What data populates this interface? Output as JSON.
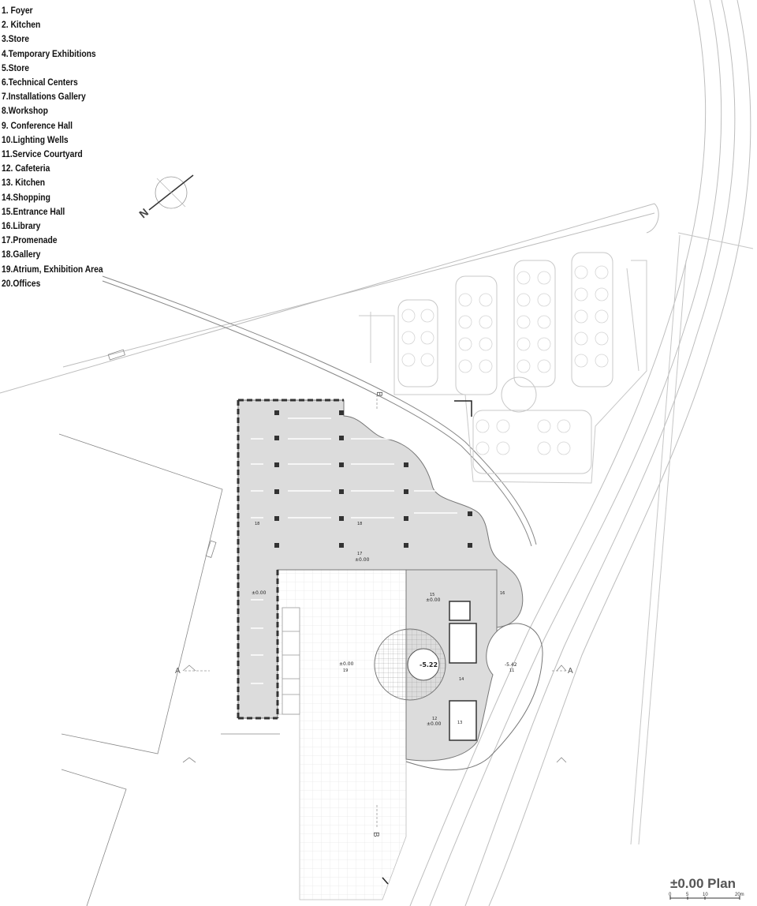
{
  "legend": [
    "1. Foyer",
    "2. Kitchen",
    "3.Store",
    "4.Temporary Exhibitions",
    "5.Store",
    "6.Technical Centers",
    "7.Installations Gallery",
    "8.Workshop",
    "9. Conference Hall",
    "10.Lighting Wells",
    "11.Service Courtyard",
    "12. Cafeteria",
    "13. Kitchen",
    "14.Shopping",
    "15.Entrance Hall",
    "16.Library",
    "17.Promenade",
    "18.Gallery",
    "19.Atrium, Exhibition Area",
    "20.Offices"
  ],
  "north_label": "N",
  "section_markers": {
    "a": "A",
    "b": "B"
  },
  "plan_title": "±0.00 Plan",
  "scale_labels": [
    "0",
    "5",
    "10",
    "20m"
  ],
  "room_labels": {
    "r18a": "18",
    "r18b": "18",
    "r17": "17",
    "r17_level": "±0.00",
    "r20_level": "±0.00",
    "r15": "15",
    "r15_level": "±0.00",
    "r16": "16",
    "r19_level": "±0.00",
    "r19": "19",
    "r_well_level": "-5.22",
    "r14": "14",
    "r12": "12",
    "r12_level": "±0.00",
    "r13": "13",
    "r11_level": "-5.42",
    "r11": "11"
  }
}
